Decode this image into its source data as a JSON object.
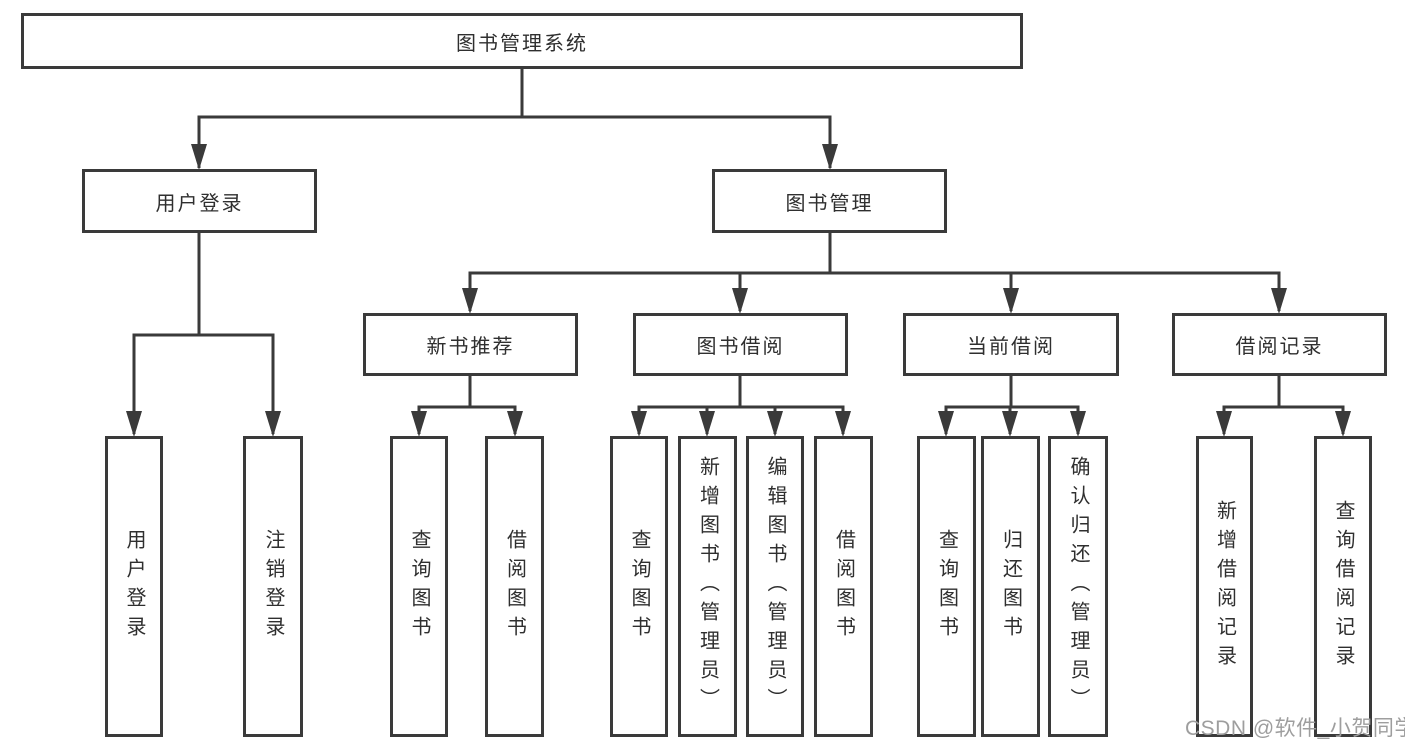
{
  "diagram": {
    "title": "图书管理系统",
    "level2": [
      {
        "label": "用户登录"
      },
      {
        "label": "图书管理"
      }
    ],
    "level3": [
      {
        "label": "新书推荐"
      },
      {
        "label": "图书借阅"
      },
      {
        "label": "当前借阅"
      },
      {
        "label": "借阅记录"
      }
    ],
    "leaves": {
      "user_login": [
        "用户登录",
        "注销登录"
      ],
      "new_book": [
        "查询图书",
        "借阅图书"
      ],
      "book_borrow": [
        "查询图书",
        "新增图书（管理员）",
        "编辑图书（管理员）",
        "借阅图书"
      ],
      "current_borrow": [
        "查询图书",
        "归还图书",
        "确认归还（管理员）"
      ],
      "borrow_record": [
        "新增借阅记录",
        "查询借阅记录"
      ]
    }
  },
  "watermark": "CSDN @软件_小贺同学",
  "colors": {
    "line": "#3a3a3a",
    "box_border": "#3a3a3a",
    "text": "#2f2f2f",
    "watermark": "#9e9e9e",
    "background": "#ffffff"
  }
}
